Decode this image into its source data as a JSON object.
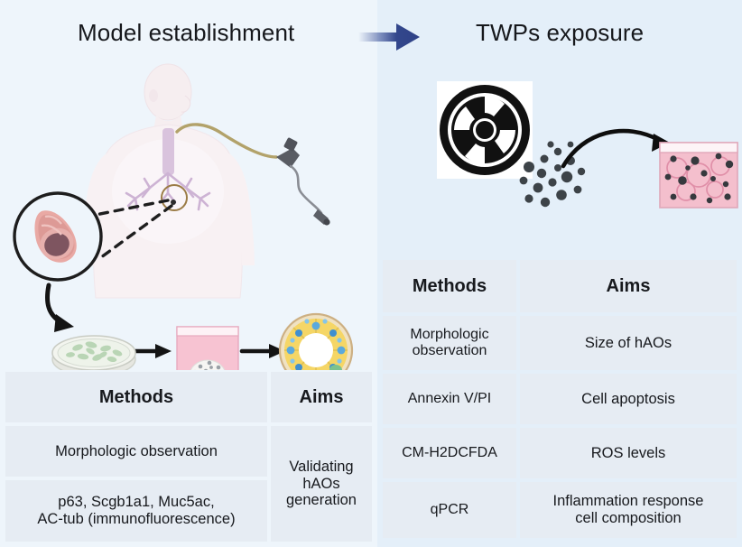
{
  "figure": {
    "background_left": "#eef5fb",
    "background_right": "#e4eff9",
    "arrow_color": "#3a5099"
  },
  "panels": {
    "left": {
      "title": "Model establishment"
    },
    "right": {
      "title": "TWPs exposure"
    }
  },
  "illustration_left": {
    "patient_label": "human-torso-with-bronchial-tree",
    "bronchoscope_label": "bronchoscope",
    "magnifier_label": "airway-cross-section-magnification",
    "steps": [
      "petri-dish-with-epithelial-cells",
      "matrigel-dome-in-well",
      "airway-organoid-cross-section"
    ]
  },
  "illustration_right": {
    "source_label": "tire-wheel",
    "particles_label": "tire-wear-particles",
    "target_label": "organoid-culture-well"
  },
  "table_left": {
    "headers": [
      "Methods",
      "Aims"
    ],
    "rows": [
      {
        "method": "Morphologic observation",
        "aim": "Validating\nhAOs\ngeneration"
      },
      {
        "method": "p63, Scgb1a1, Muc5ac,\nAC-tub (immunofluorescence)"
      }
    ],
    "aim_merged": "Validating hAOs generation"
  },
  "table_right": {
    "headers": [
      "Methods",
      "Aims"
    ],
    "rows": [
      {
        "method": "Morphologic\nobservation",
        "aim": "Size of hAOs"
      },
      {
        "method": "Annexin V/PI",
        "aim": "Cell apoptosis"
      },
      {
        "method": "CM-H2DCFDA",
        "aim": "ROS levels"
      },
      {
        "method": "qPCR",
        "aim": "Inflammation response\ncell composition"
      }
    ]
  }
}
